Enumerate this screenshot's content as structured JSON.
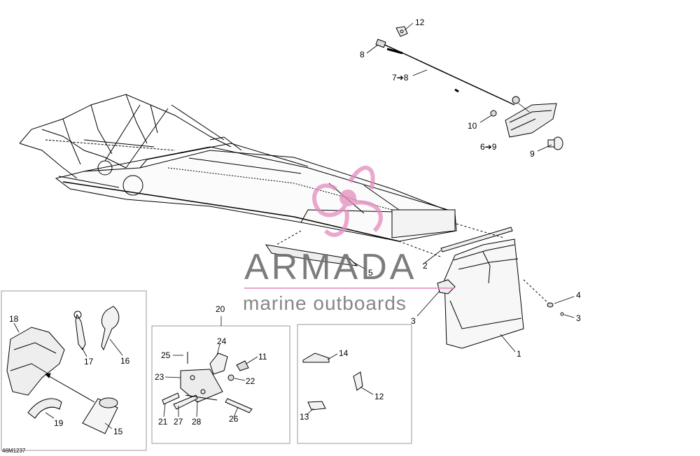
{
  "diagram": {
    "catalog_number": "46M1237",
    "colors": {
      "line": "#000000",
      "watermark_text": "#6e6e6e",
      "watermark_accent": "#e58bbd",
      "box_border": "#9a9a9a"
    },
    "callouts": {
      "c12_top": "12",
      "c8": "8",
      "c7_8": "7➔8",
      "c10": "10",
      "c6_9": "6➔9",
      "c9": "9",
      "c2": "2",
      "c5": "5",
      "c4": "4",
      "c3_right": "3",
      "c3_left": "3",
      "c1": "1",
      "c18": "18",
      "c17": "17",
      "c16": "16",
      "c19": "19",
      "c15": "15",
      "c20": "20",
      "c24": "24",
      "c25": "25",
      "c11": "11",
      "c23": "23",
      "c22": "22",
      "c21": "21",
      "c27": "27",
      "c28": "28",
      "c26": "26",
      "c14": "14",
      "c12_box": "12",
      "c13": "13"
    }
  },
  "watermark": {
    "title": "ARMADA",
    "subtitle": "marine outboards"
  }
}
